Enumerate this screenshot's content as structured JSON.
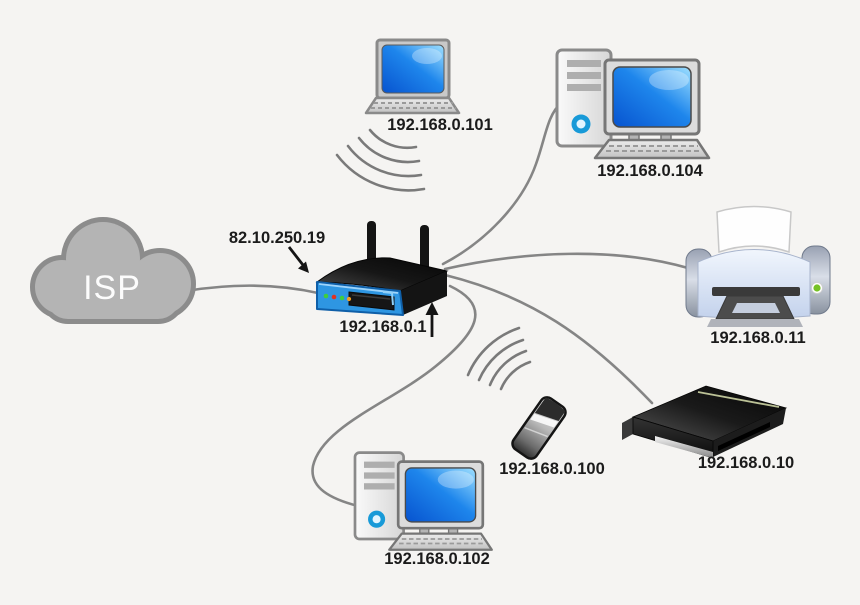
{
  "colors": {
    "background": "#f5f4f2",
    "cable": "#858585",
    "label_text": "#1b1b1b",
    "router_blue": "#2e96e2",
    "cloud_fill": "#b4b4b4",
    "cloud_stroke": "#8c8c8c",
    "screen_blue": "#1e86ec",
    "led_green": "#76c225"
  },
  "isp": {
    "label": "ISP"
  },
  "router": {
    "type": "wireless router",
    "wan_ip": "82.10.250.19",
    "lan_ip": "192.168.0.1"
  },
  "devices": {
    "laptop": {
      "type": "laptop",
      "ip": "192.168.0.101",
      "connection": "wireless"
    },
    "desktop_top": {
      "type": "desktop computer",
      "ip": "192.168.0.104",
      "connection": "wired"
    },
    "printer": {
      "type": "printer",
      "ip": "192.168.0.11",
      "connection": "wired"
    },
    "nas": {
      "type": "network device",
      "ip": "192.168.0.10",
      "connection": "wired"
    },
    "phone": {
      "type": "smartphone",
      "ip": "192.168.0.100",
      "connection": "wireless"
    },
    "desktop_bottom": {
      "type": "desktop computer",
      "ip": "192.168.0.102",
      "connection": "wired"
    }
  },
  "connections": [
    {
      "from": "ISP",
      "to": "router"
    },
    {
      "from": "router",
      "to": "192.168.0.104",
      "type": "wired"
    },
    {
      "from": "router",
      "to": "192.168.0.11",
      "type": "wired"
    },
    {
      "from": "router",
      "to": "192.168.0.10",
      "type": "wired"
    },
    {
      "from": "router",
      "to": "192.168.0.102",
      "type": "wired"
    },
    {
      "from": "router",
      "to": "192.168.0.101",
      "type": "wireless"
    },
    {
      "from": "router",
      "to": "192.168.0.100",
      "type": "wireless"
    }
  ]
}
